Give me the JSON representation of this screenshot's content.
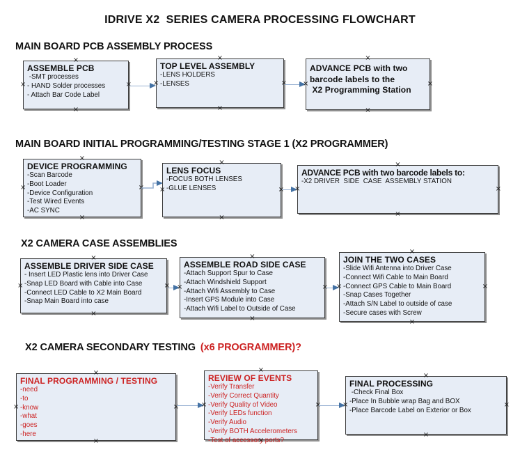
{
  "title": "IDRIVE X2  SERIES CAMERA PROCESSING FLOWCHART",
  "colors": {
    "box_fill": "#e7edf6",
    "box_border": "#3a3a3a",
    "box_shadow": "#8f8f8f",
    "arrow_line": "#98b1d2",
    "arrow_head": "#4472a4",
    "red_text": "#cc2222",
    "black_text": "#111111"
  },
  "icons": {
    "connection_point": "×",
    "arrow_head": "right-pointing-triangle"
  },
  "sections": [
    {
      "heading": "MAIN BOARD PCB ASSEMBLY PROCESS",
      "boxes": [
        {
          "title": "ASSEMBLE PCB",
          "items": [
            " -SMT processes",
            "- HAND Solder processes",
            "- Attach Bar Code Label"
          ]
        },
        {
          "title": "TOP LEVEL ASSEMBLY",
          "items": [
            "-LENS HOLDERS",
            "-LENSES"
          ]
        },
        {
          "title": "ADVANCE PCB with two\nbarcode labels to the\n X2 Programming Station",
          "items": []
        }
      ]
    },
    {
      "heading": "MAIN BOARD INITIAL PROGRAMMING/TESTING STAGE 1 (X2 PROGRAMMER)",
      "boxes": [
        {
          "title": "DEVICE PROGRAMMING",
          "items": [
            "-Scan Barcode",
            "-Boot Loader",
            "-Device Configuration",
            "-Test Wired Events",
            "-AC SYNC"
          ]
        },
        {
          "title": "LENS FOCUS",
          "items": [
            "-FOCUS BOTH LENSES",
            "-GLUE LENSES"
          ]
        },
        {
          "title": "ADVANCE PCB with two barcode labels to:",
          "items": [
            "-X2 DRIVER  SIDE  CASE  ASSEMBLY STATION"
          ]
        }
      ]
    },
    {
      "heading": "X2 CAMERA CASE ASSEMBLIES",
      "boxes": [
        {
          "title": "ASSEMBLE DRIVER SIDE CASE",
          "items": [
            "- Insert LED Plastic lens into Driver Case",
            "-Snap LED Board with Cable into Case",
            "-Connect LED Cable to X2 Main Board",
            "-Snap Main Board into case"
          ]
        },
        {
          "title": "ASSEMBLE ROAD SIDE CASE",
          "items": [
            "-Attach Support Spur to Case",
            "-Attach Windshield Support",
            "-Attach Wifi Assembly to Case",
            "-Insert GPS Module into Case",
            "-Attach Wifi Label to Outside of Case"
          ]
        },
        {
          "title": "JOIN THE TWO CASES",
          "items": [
            "-Slide Wifi Antenna into Driver Case",
            "-Connect Wifi Cable to Main Board",
            "-Connect GPS Cable to Main Board",
            "-Snap Cases Together",
            "-Attach S/N Label to outside of case",
            "-Secure cases with Screw"
          ]
        }
      ]
    },
    {
      "heading": "X2 CAMERA SECONDARY TESTING",
      "heading_red": "(x6 PROGRAMMER)?",
      "boxes": [
        {
          "title": "FINAL PROGRAMMING / TESTING",
          "items": [
            "-need",
            "-to",
            "-know",
            "-what",
            "-goes",
            "-here"
          ]
        },
        {
          "title": "REVIEW OF EVENTS",
          "items": [
            "-Verify Transfer",
            "-Verify Correct Quantity",
            "-Verify Quality of Video",
            "-Verify LEDs function",
            "-Verify Audio",
            "-Verify BOTH Accelerometers",
            "-Test of accessory ports?"
          ]
        },
        {
          "title": "FINAL PROCESSING",
          "items": [
            " -Check Final Box",
            "-Place In Bubble wrap Bag and BOX",
            "-Place Barcode Label on Exterior or Box"
          ]
        }
      ]
    }
  ]
}
